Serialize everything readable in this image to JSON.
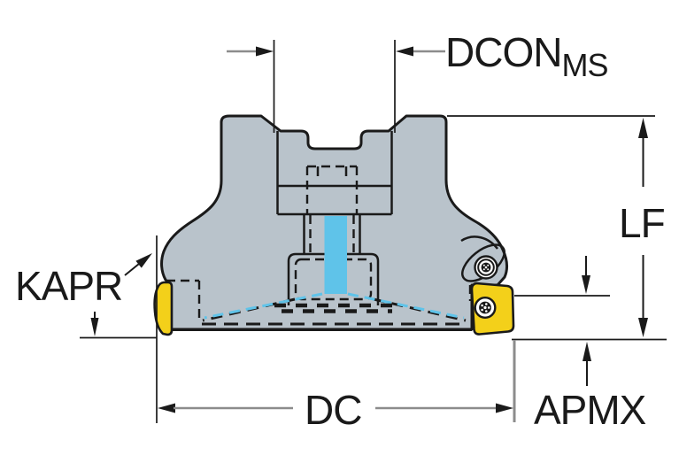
{
  "drawing": {
    "title": "face-mill-dimension-diagram",
    "labels": {
      "dcon_main": "DCON",
      "dcon_sub": "MS",
      "lf": "LF",
      "kapr": "KAPR",
      "dc": "DC",
      "apmx": "APMX"
    },
    "colors": {
      "body": "#b9c3cb",
      "insert": "#f3d01a",
      "highlight": "#5fc3e9",
      "dim_line": "#8c8c8c",
      "outline": "#1a1a1a",
      "background": "#ffffff"
    }
  }
}
